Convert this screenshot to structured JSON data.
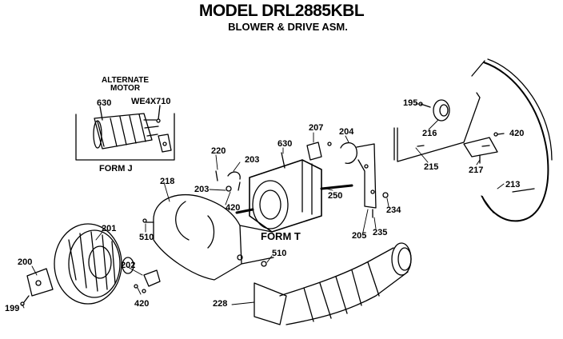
{
  "title": "MODEL DRL2885KBL",
  "subtitle": "BLOWER & DRIVE ASM.",
  "inset": {
    "heading_line1": "ALTERNATE",
    "heading_line2": "MOTOR",
    "form_label": "FORM J",
    "motor_part": "630",
    "part_number": "WE4X710"
  },
  "main_form_label": "FORM T",
  "callouts": {
    "p199": "199",
    "p200": "200",
    "p201": "201",
    "p202": "202",
    "p420_bottom": "420",
    "p510_left": "510",
    "p218": "218",
    "p220": "220",
    "p203_top": "203",
    "p203_left": "203",
    "p420_mid": "420",
    "p630": "630",
    "p207": "207",
    "p204": "204",
    "p250": "250",
    "p205": "205",
    "p235": "235",
    "p234": "234",
    "p510_mid": "510",
    "p228": "228",
    "p195": "195",
    "p216": "216",
    "p215": "215",
    "p217": "217",
    "p420_right": "420",
    "p213": "213"
  }
}
